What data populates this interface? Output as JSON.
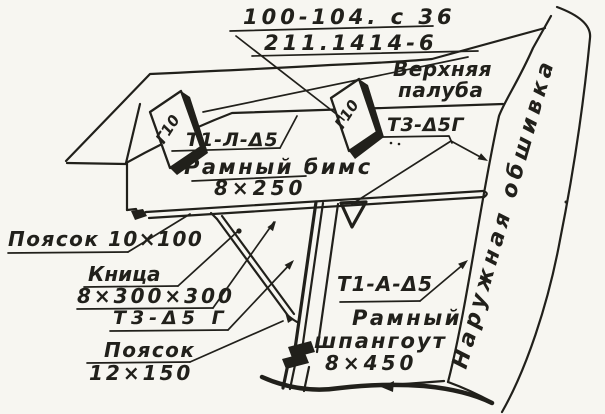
{
  "drawing": {
    "type": "ship-structure-node-sketch",
    "colors": {
      "ink": "#21201b",
      "paper": "#f7f6f1"
    },
    "labels": {
      "doc_ref_numerator": "100-104. с 36",
      "doc_ref_denominator": "211.1414-6",
      "upper_deck_line1": "Верхняя",
      "upper_deck_line2": "палуба",
      "weld_t3_shell": "Т3-Δ5Г",
      "bracket_left": "Г10",
      "bracket_right": "Г10",
      "weld_t1_beam": "Т1-Л-Δ5",
      "beam_name": "Рамный бимс",
      "beam_size": "8×250",
      "flange_top": "Поясок 10×100",
      "knee_name": "Кница",
      "knee_size": "8×300×300",
      "weld_t3_knee": "Т3-Δ5 Г",
      "flange_bottom_name": "Поясок",
      "flange_bottom_size": "12×150",
      "weld_t1_frame": "Т1-А-Δ5",
      "frame_name_line1": "Рамный",
      "frame_name_line2": "шпангоут",
      "frame_size": "8×450",
      "shell_plating": "Наружная обшивка"
    }
  }
}
